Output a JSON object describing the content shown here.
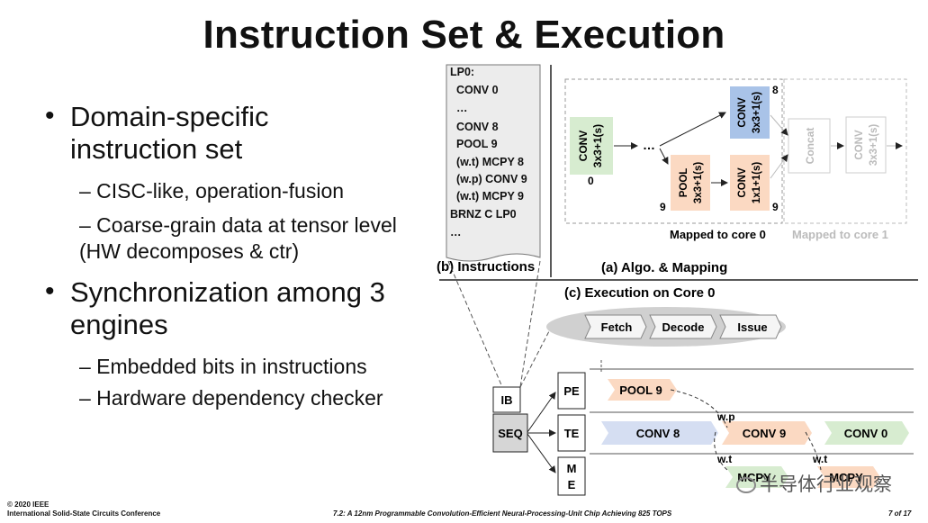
{
  "title": "Instruction Set & Execution",
  "bullets": [
    {
      "text": "Domain-specific instruction set",
      "sub": [
        "– CISC-like, operation-fusion",
        "– Coarse-grain data at tensor level (HW decomposes & ctr)"
      ]
    },
    {
      "text": "Synchronization among 3 engines",
      "sub": [
        "– Embedded bits in instructions",
        "– Hardware dependency checker"
      ]
    }
  ],
  "instructions": {
    "lines": [
      "LP0:",
      "CONV 0",
      "…",
      "CONV 8",
      "POOL 9",
      "(w.t) MCPY 8",
      "(w.p) CONV 9",
      "(w.t) MCPY 9",
      "BRNZ C LP0",
      "…"
    ],
    "caption": "(b) Instructions"
  },
  "algo": {
    "caption": "(a) Algo. & Mapping",
    "mapped0": "Mapped to core 0",
    "mapped1": "Mapped to core 1",
    "conv_main": "CONV",
    "conv_main_sub": "3x3+1(s)",
    "idx0": "0",
    "ellipsis": "…",
    "pool": "POOL",
    "pool_sub": "3x3+1(s)",
    "idx9a": "9",
    "conv_top": "CONV",
    "conv_top_sub": "3x3+1(s)",
    "idx8": "8",
    "conv_b": "CONV",
    "conv_b_sub": "1x1+1(s)",
    "idx9b": "9",
    "concat": "Concat",
    "conv_c1": "CONV",
    "conv_c1_sub": "3x3+1(s)"
  },
  "exec": {
    "caption": "(c) Execution on Core 0",
    "stages": [
      "Fetch",
      "Decode",
      "Issue"
    ],
    "ib": "IB",
    "seq": "SEQ",
    "pe": "PE",
    "te": "TE",
    "me": "M E",
    "pool9": "POOL 9",
    "conv8": "CONV 8",
    "conv9": "CONV 9",
    "conv0": "CONV 0",
    "wp": "w.p",
    "wt1": "w.t",
    "wt2": "w.t",
    "mcpy1": "MCPY",
    "mcpy2": "MCPY"
  },
  "footer": {
    "left1": "© 2020 IEEE",
    "left2": "International Solid-State Circuits Conference",
    "center": "7.2: A 12nm Programmable Convolution-Efficient Neural-Processing-Unit Chip Achieving 825 TOPS",
    "page": "7 of 17"
  },
  "watermark": "半导体行业观察",
  "colors": {
    "green": "#d7ecd0",
    "blue": "#a9c3e8",
    "orange": "#fbd9c2",
    "lightblue": "#d5def2",
    "gray": "#e8e8e8"
  }
}
